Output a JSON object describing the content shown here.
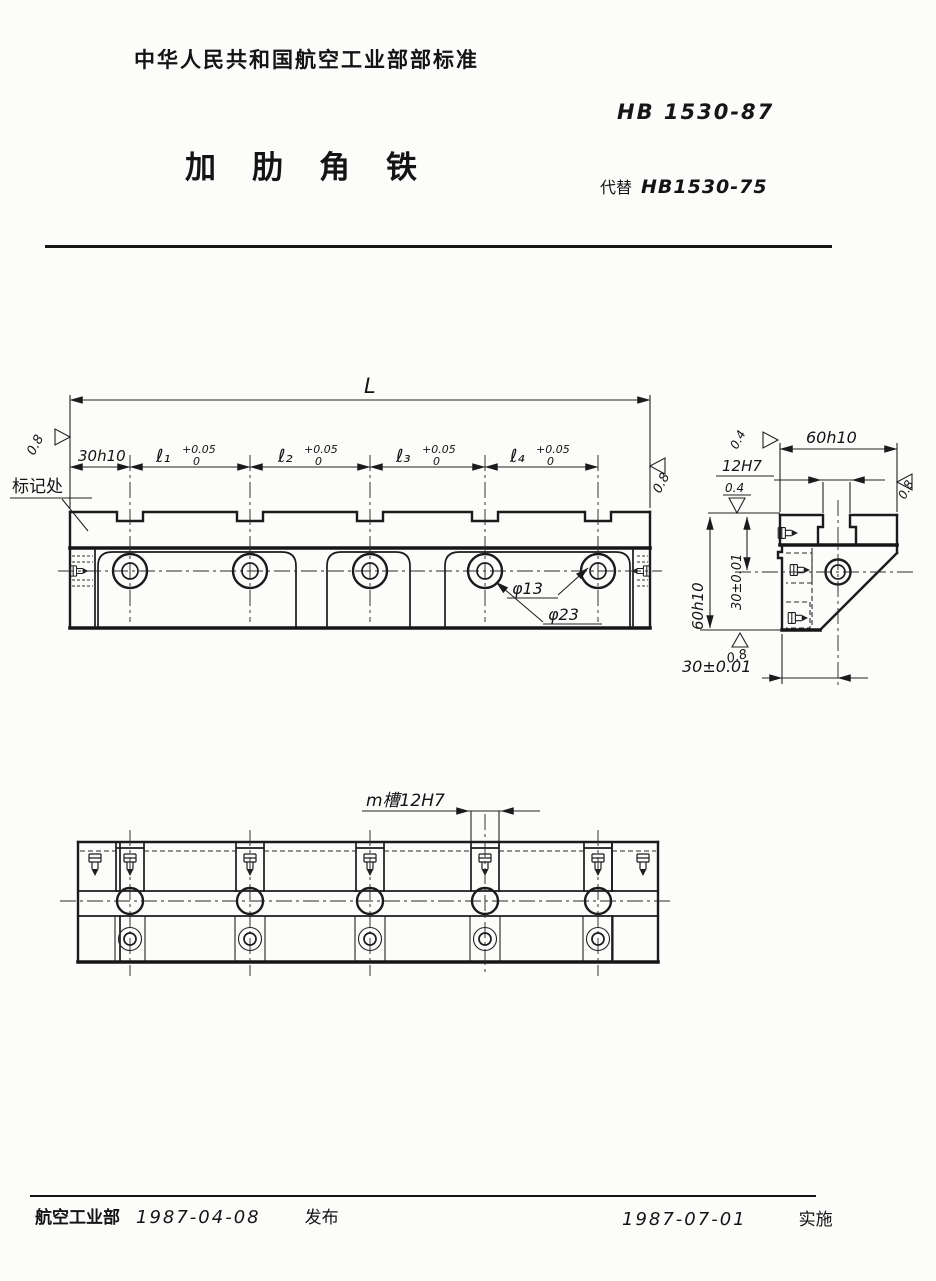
{
  "page": {
    "header": "中华人民共和国航空工业部部标准",
    "standard_no": "HB 1530-87",
    "title": "加肋角铁",
    "replaces_label": "代替",
    "replaces_no": "HB1530-75"
  },
  "front_view": {
    "dim_total_length": "L",
    "dim_end_offset": "30h10",
    "segments": [
      {
        "name": "ℓ₁",
        "tol_upper": "+0.05",
        "tol_lower": "0"
      },
      {
        "name": "ℓ₂",
        "tol_upper": "+0.05",
        "tol_lower": "0"
      },
      {
        "name": "ℓ₃",
        "tol_upper": "+0.05",
        "tol_lower": "0"
      },
      {
        "name": "ℓ₄",
        "tol_upper": "+0.05",
        "tol_lower": "0"
      }
    ],
    "marking_label": "标记处",
    "hole_dia": "φ13",
    "counterbore_dia": "φ23",
    "roughness_left": "0.8",
    "roughness_right": "0.8"
  },
  "side_view": {
    "dim_width_top": "60h10",
    "dim_slot": "12H7",
    "roughness_top_left": "0.4",
    "roughness_slot": "0.4",
    "dim_center_vert": "30±0.01",
    "dim_height_vert": "60h10",
    "roughness_bottom": "0.8",
    "dim_center_horiz": "30±0.01",
    "roughness_right": "0.8"
  },
  "bottom_view": {
    "slot_label": "m槽12H7"
  },
  "footer": {
    "issuer": "航空工业部",
    "release_date": "1987-04-08",
    "release_label": "发布",
    "implement_date": "1987-07-01",
    "implement_label": "实施"
  }
}
